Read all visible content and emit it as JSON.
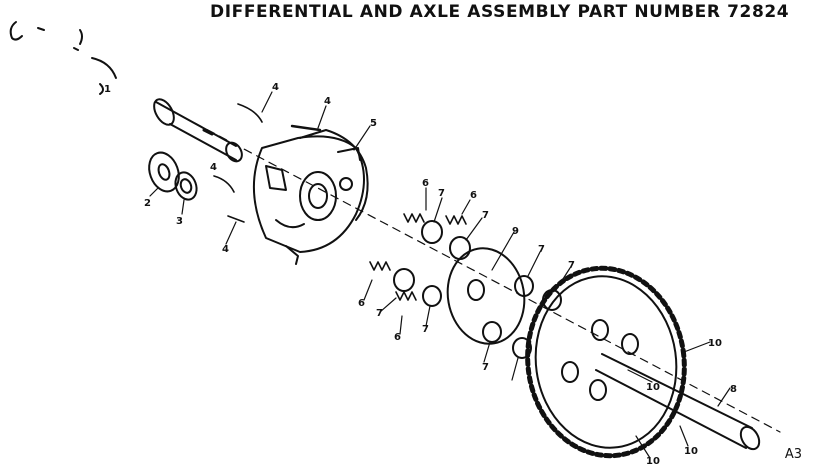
{
  "title": "DIFFERENTIAL AND AXLE ASSEMBLY PART NUMBER 72824",
  "page_ref": "A3",
  "callouts": [
    {
      "id": "c1",
      "label": "1"
    },
    {
      "id": "c2",
      "label": "2"
    },
    {
      "id": "c3",
      "label": "3"
    },
    {
      "id": "c4a",
      "label": "4"
    },
    {
      "id": "c4b",
      "label": "4"
    },
    {
      "id": "c4c",
      "label": "4"
    },
    {
      "id": "c4d",
      "label": "4"
    },
    {
      "id": "c5",
      "label": "5"
    },
    {
      "id": "c6a",
      "label": "6"
    },
    {
      "id": "c6b",
      "label": "6"
    },
    {
      "id": "c6c",
      "label": "6"
    },
    {
      "id": "c6d",
      "label": "6"
    },
    {
      "id": "c7a",
      "label": "7"
    },
    {
      "id": "c7b",
      "label": "7"
    },
    {
      "id": "c7c",
      "label": "7"
    },
    {
      "id": "c7d",
      "label": "7"
    },
    {
      "id": "c7e",
      "label": "7"
    },
    {
      "id": "c7f",
      "label": "7"
    },
    {
      "id": "c7g",
      "label": "7"
    },
    {
      "id": "c8",
      "label": "8"
    },
    {
      "id": "c9",
      "label": "9"
    },
    {
      "id": "c10a",
      "label": "10"
    },
    {
      "id": "c10b",
      "label": "10"
    },
    {
      "id": "c10c",
      "label": "10"
    },
    {
      "id": "c10d",
      "label": "10"
    }
  ],
  "colors": {
    "ink": "#111111",
    "paper": "#ffffff"
  }
}
